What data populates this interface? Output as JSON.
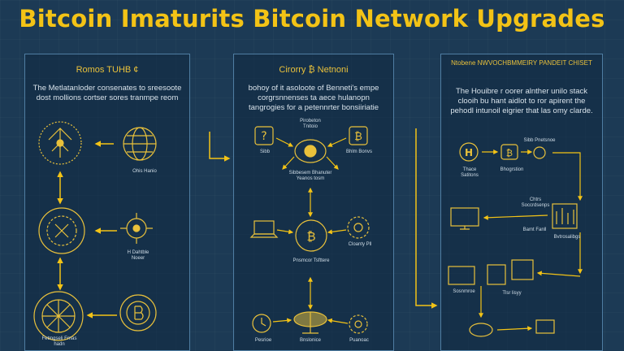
{
  "title": "Bitcoin Imaturits Bitcoin Network Upgrades",
  "panels": [
    {
      "title": "Romos TUHB ¢",
      "description": "The Metlatanloder consenates to sreesoote dost mollions cortser sores tranmpe reom",
      "labels": [
        "Ohis Hanio",
        "H Dahtble Noeer",
        "Fetmgseli Frnas hadn"
      ]
    },
    {
      "title": "Cirorry ₿ Netnoni",
      "description": "bohoy of it asoloote of Benneti's empe corgrsnnenses ta aece hulanopn tangrogies for a petennrter bonsiiriatie",
      "labels": [
        "Pirobeton Tnitoio",
        "Sibb",
        "Bhlm Bonvs",
        "Sibbesem Bhanuter Yeanos tosm",
        "Cloanty Pll",
        "Pnsmcor Tsfttere",
        "Pesrioe",
        "Bnslonice",
        "Puanoac"
      ]
    },
    {
      "title": "Ntobene NWVOCHBMMEIRY PANDEIT CHISET",
      "description": "The Houibre r oorer alnther unilo stack clooih bu hant aidlot to ror apirent the pehodl intunoil eigrier that las omy clarde.",
      "labels": [
        "Sibb Pnetsnoe",
        "Thace Satitons",
        "Bhogrstion",
        "Chtrs Soccrdsenps",
        "Bamt Fanll",
        "Bvtrosalibgs",
        "Sosnmroe",
        "Tlsr lisyy"
      ]
    }
  ]
}
